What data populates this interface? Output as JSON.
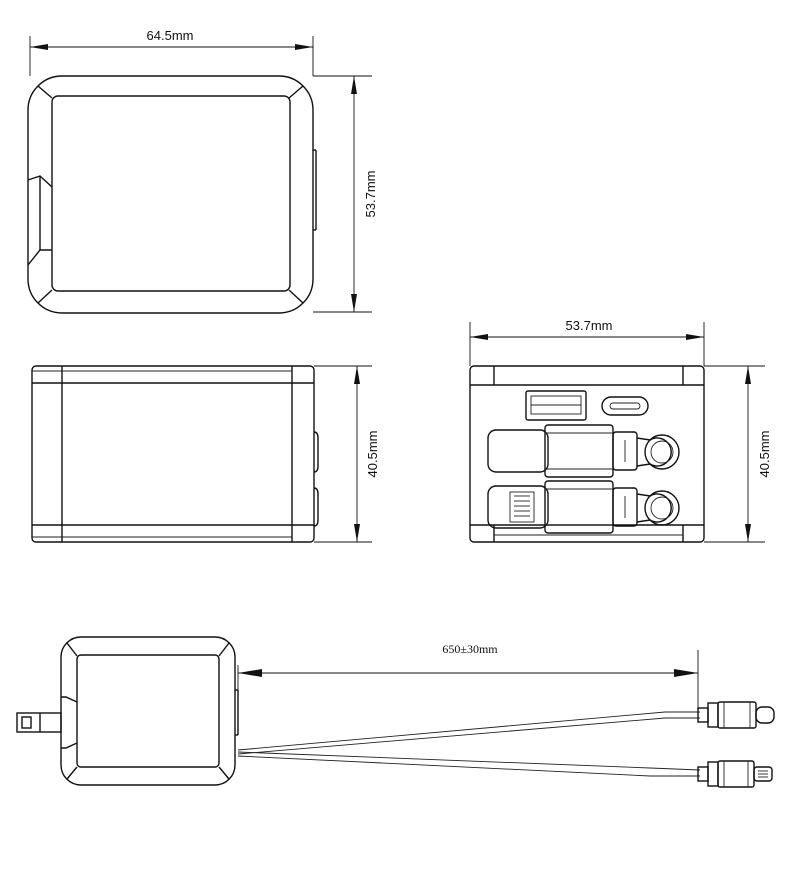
{
  "dimensions": {
    "top_width": "64.5mm",
    "top_height": "53.7mm",
    "side_height": "40.5mm",
    "front_width": "53.7mm",
    "front_height": "40.5mm",
    "cable_length": "650±30mm"
  }
}
